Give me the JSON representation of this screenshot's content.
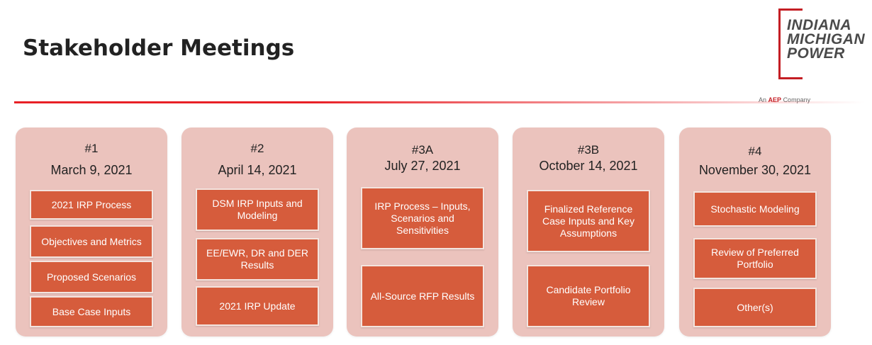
{
  "header": {
    "title": "Stakeholder Meetings"
  },
  "logo": {
    "line1": "INDIANA",
    "line2": "MICHIGAN",
    "line3": "POWER",
    "tagline_prefix": "An",
    "tagline_brand": "AEP",
    "tagline_suffix": "Company"
  },
  "colors": {
    "accent_red": "#e82026",
    "card_bg": "#ebc3bd",
    "box_bg": "#d65c3c"
  },
  "meetings": [
    {
      "number": "#1",
      "date": "March 9, 2021",
      "topics": [
        "2021 IRP Process",
        "Objectives and Metrics",
        "Proposed Scenarios",
        "Base Case Inputs"
      ]
    },
    {
      "number": "#2",
      "date": "April 14, 2021",
      "topics": [
        "DSM IRP Inputs and Modeling",
        "EE/EWR, DR and DER Results",
        "2021 IRP Update"
      ]
    },
    {
      "number": "#3A",
      "date": "July 27, 2021",
      "topics": [
        "IRP Process – Inputs, Scenarios and Sensitivities",
        "All-Source RFP Results"
      ]
    },
    {
      "number": "#3B",
      "date": "October 14, 2021",
      "topics": [
        "Finalized Reference Case Inputs and Key Assumptions",
        "Candidate Portfolio Review"
      ]
    },
    {
      "number": "#4",
      "date": "November 30, 2021",
      "topics": [
        "Stochastic Modeling",
        "Review of Preferred Portfolio",
        "Other(s)"
      ]
    }
  ]
}
